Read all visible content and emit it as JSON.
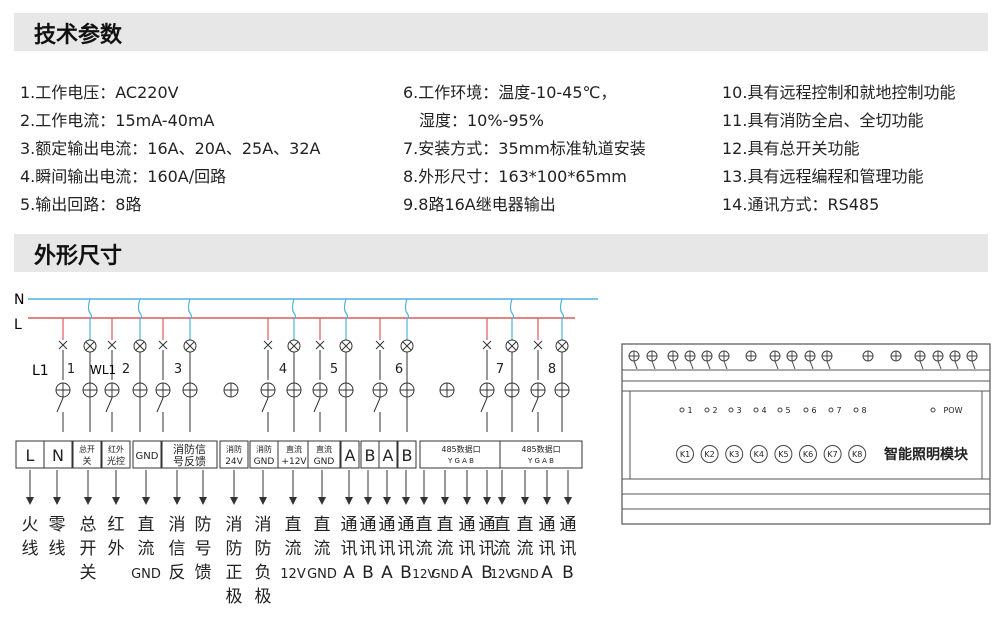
{
  "sections": {
    "tech_title": "技术参数",
    "size_title": "外形尺寸"
  },
  "params": {
    "col1": [
      "1.工作电压：AC220V",
      "2.工作电流：15mA-40mA",
      "3.额定输出电流：16A、20A、25A、32A",
      "4.瞬间输出电流：160A/回路",
      "5.输出回路：8路"
    ],
    "col2": [
      "6.工作环境：温度-10-45℃，",
      "　湿度：10%-95%",
      "7.安装方式：35mm标准轨道安装",
      "8.外形尺寸：163*100*65mm",
      "9.8路16A继电器输出"
    ],
    "col3": [
      "10.具有远程控制和就地控制功能",
      "11.具有消防全启、全切功能",
      "12.具有总开关功能",
      "13.具有远程编程和管理功能",
      "14.通讯方式：RS485"
    ]
  },
  "wiring": {
    "line_n": "N",
    "line_l": "L",
    "l1": "L1",
    "wl1": "WL1",
    "circuits": [
      "1",
      "2",
      "3",
      "4",
      "5",
      "6",
      "7",
      "8"
    ]
  },
  "terminals": [
    {
      "label": "L",
      "desc": [
        "火",
        "线"
      ]
    },
    {
      "label": "N",
      "desc": [
        "零",
        "线"
      ]
    },
    {
      "label": "总开关",
      "desc": [
        "总",
        "开",
        "关"
      ]
    },
    {
      "label": "红外光控",
      "desc": [
        "红",
        "外"
      ]
    },
    {
      "label": "GND",
      "desc": [
        "直",
        "流",
        "GND"
      ]
    },
    {
      "label": "消防信号反馈",
      "desc": [
        "消",
        "防",
        "信",
        "号",
        "反",
        "馈"
      ]
    },
    {
      "label": "消防24V",
      "desc": [
        "消",
        "防",
        "正",
        "极"
      ]
    },
    {
      "label": "消防GND",
      "desc": [
        "消",
        "防",
        "负",
        "极"
      ]
    },
    {
      "label": "直流+12V",
      "desc": [
        "直",
        "流",
        "12V"
      ]
    },
    {
      "label": "直流GND",
      "desc": [
        "直",
        "流",
        "GND"
      ]
    },
    {
      "label": "A",
      "desc": [
        "通",
        "讯",
        "A"
      ]
    },
    {
      "label": "B",
      "desc": [
        "通",
        "讯",
        "B"
      ]
    },
    {
      "label": "A",
      "desc": [
        "通",
        "讯",
        "A"
      ]
    },
    {
      "label": "B",
      "desc": [
        "通",
        "讯",
        "B"
      ]
    },
    {
      "label": "485数据口",
      "sub": "Y G A B",
      "desc": [
        "直",
        "流",
        "12V",
        "直",
        "流",
        "GND",
        "通",
        "讯",
        "A",
        "通",
        "讯",
        "B"
      ]
    },
    {
      "label": "485数据口",
      "sub": "Y G A B",
      "desc": [
        "直",
        "流",
        "12V",
        "直",
        "流",
        "GND",
        "通",
        "讯",
        "A",
        "通",
        "讯",
        "B"
      ]
    }
  ],
  "module": {
    "leds": [
      "1",
      "2",
      "3",
      "4",
      "5",
      "6",
      "7",
      "8"
    ],
    "pow": "POW",
    "keys": [
      "K1",
      "K2",
      "K3",
      "K4",
      "K5",
      "K6",
      "K7",
      "K8"
    ],
    "name": "智能照明模块"
  },
  "colors": {
    "n_line": "#4fb3d9",
    "l_line": "#e05a5a",
    "header_bg": "#e7e7e7"
  }
}
